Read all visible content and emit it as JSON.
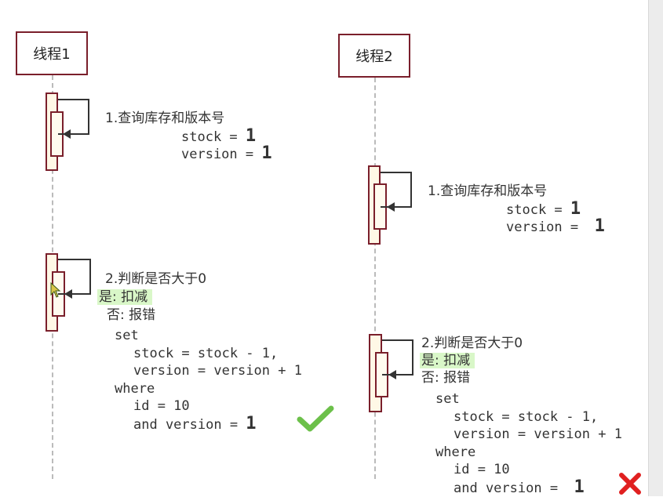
{
  "threads": [
    {
      "title": "线程1",
      "step1": {
        "label": "1.查询库存和版本号",
        "stock_line": "stock = ",
        "stock_value": "1",
        "version_line": "version = ",
        "version_value": "1"
      },
      "step2": {
        "label": "2.判断是否大于0",
        "yes": "是: 扣减",
        "no": "否: 报错",
        "sql": [
          "set",
          "stock = stock - 1,",
          "version = version + 1",
          "where",
          "id = 10"
        ],
        "and_version": "and version = ",
        "and_value": "1"
      },
      "result_icon": "check-icon",
      "result_color": "#6cc04a"
    },
    {
      "title": "线程2",
      "step1": {
        "label": "1.查询库存和版本号",
        "stock_line": "stock = ",
        "stock_value": "1",
        "version_line": "version = ",
        "version_value": "1"
      },
      "step2": {
        "label": "2.判断是否大于0",
        "yes": "是: 扣减",
        "no": "否: 报错",
        "sql": [
          "set",
          "stock = stock - 1,",
          "version = version + 1",
          "where",
          "id = 10"
        ],
        "and_version": "and version = ",
        "and_value": "1"
      },
      "result_icon": "cross-icon",
      "result_color": "#e02020"
    }
  ]
}
